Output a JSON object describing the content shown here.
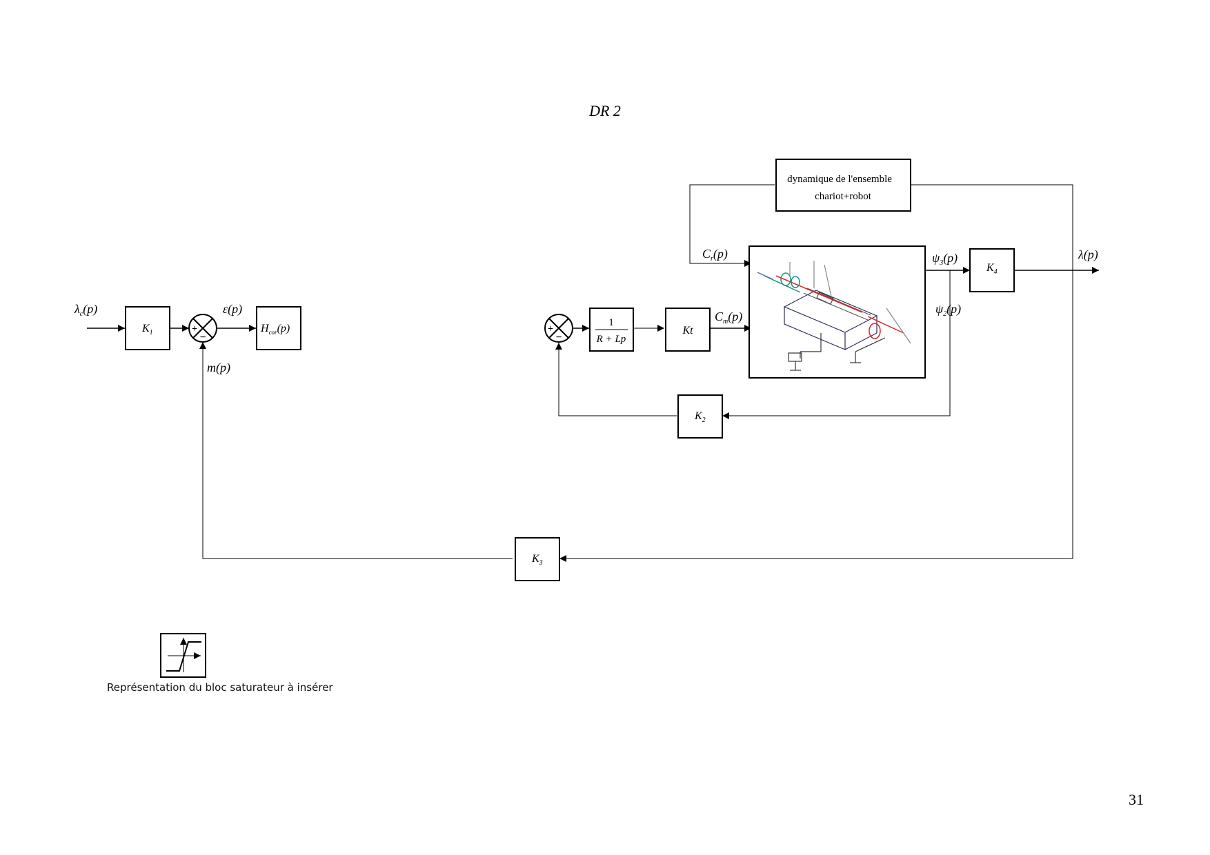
{
  "page": {
    "title": "DR 2",
    "page_number": "31"
  },
  "diagram": {
    "blocks": {
      "k1": {
        "base": "K",
        "sub": "1"
      },
      "hcor": {
        "base": "H",
        "sub": "cor",
        "arg": "(p)"
      },
      "elec": {
        "num": "1",
        "den": "R + Lp"
      },
      "kt": "Kt",
      "k2": {
        "base": "K",
        "sub": "2"
      },
      "k3": {
        "base": "K",
        "sub": "3"
      },
      "k4": {
        "base": "K",
        "sub": "4"
      },
      "dyn_line1": "dynamique de l'ensemble",
      "dyn_line2": "chariot+robot"
    },
    "signals": {
      "lambda_c": {
        "base": "λ",
        "sub": "c",
        "arg": "(p)"
      },
      "epsilon": {
        "base": "ε",
        "arg": "(p)"
      },
      "m": {
        "base": "m",
        "arg": "(p)"
      },
      "cr": {
        "base": "C",
        "sub": "r",
        "arg": "(p)"
      },
      "cm": {
        "base": "C",
        "sub": "m",
        "arg": "(p)"
      },
      "psi3": {
        "base": "ψ",
        "sub": "3",
        "arg": "(p)"
      },
      "psi2": {
        "base": "ψ",
        "sub": "2",
        "arg": "(p)"
      },
      "lambda": {
        "base": "λ",
        "arg": "(p)"
      }
    },
    "saturator_caption": "Représentation du bloc saturateur à insérer"
  }
}
